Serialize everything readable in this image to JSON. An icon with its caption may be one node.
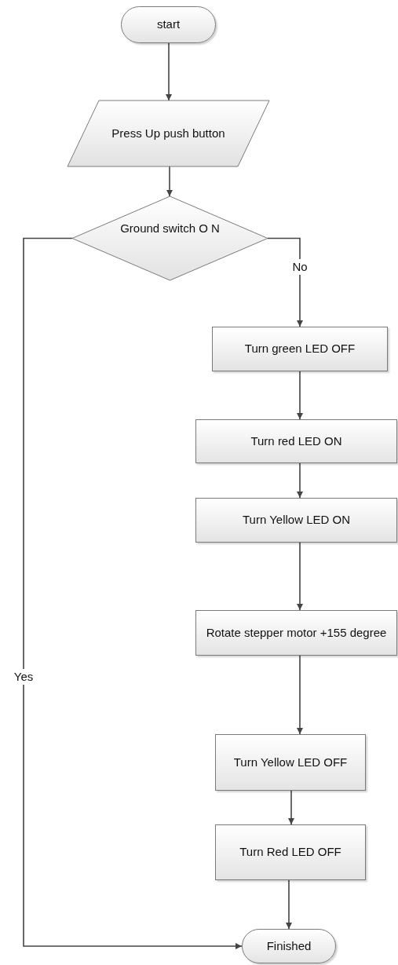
{
  "diagram": {
    "nodes": [
      {
        "text": [
          "start"
        ]
      },
      {
        "text": [
          "Press Up push button"
        ]
      },
      {
        "text": [
          "Ground switch O N"
        ]
      },
      {
        "text": [
          "Turn green LED OFF"
        ]
      },
      {
        "text": [
          "Turn red LED ON"
        ]
      },
      {
        "text": [
          "Turn Yellow LED ON"
        ]
      },
      {
        "text": [
          "Rotate stepper motor +155 degree"
        ]
      },
      {
        "text": [
          "Turn Yellow LED OFF"
        ]
      },
      {
        "text": [
          "Turn Red LED OFF"
        ]
      },
      {
        "text": [
          "Finished"
        ]
      }
    ],
    "edges": [
      {
        "from": 0,
        "to": 1,
        "arrow": "to"
      },
      {
        "from": 1,
        "to": 2,
        "arrow": "to"
      },
      {
        "from": 2,
        "to": 3,
        "arrow": "to",
        "label": "No"
      },
      {
        "from": 3,
        "to": 4,
        "arrow": "to"
      },
      {
        "from": 4,
        "to": 5,
        "arrow": "to"
      },
      {
        "from": 5,
        "to": 6,
        "arrow": "to"
      },
      {
        "from": 6,
        "to": 7,
        "arrow": "to"
      },
      {
        "from": 7,
        "to": 8,
        "arrow": "to"
      },
      {
        "from": 8,
        "to": 9,
        "arrow": "to"
      },
      {
        "from": 2,
        "to": 9,
        "arrow": "to",
        "label": "Yes"
      }
    ]
  }
}
